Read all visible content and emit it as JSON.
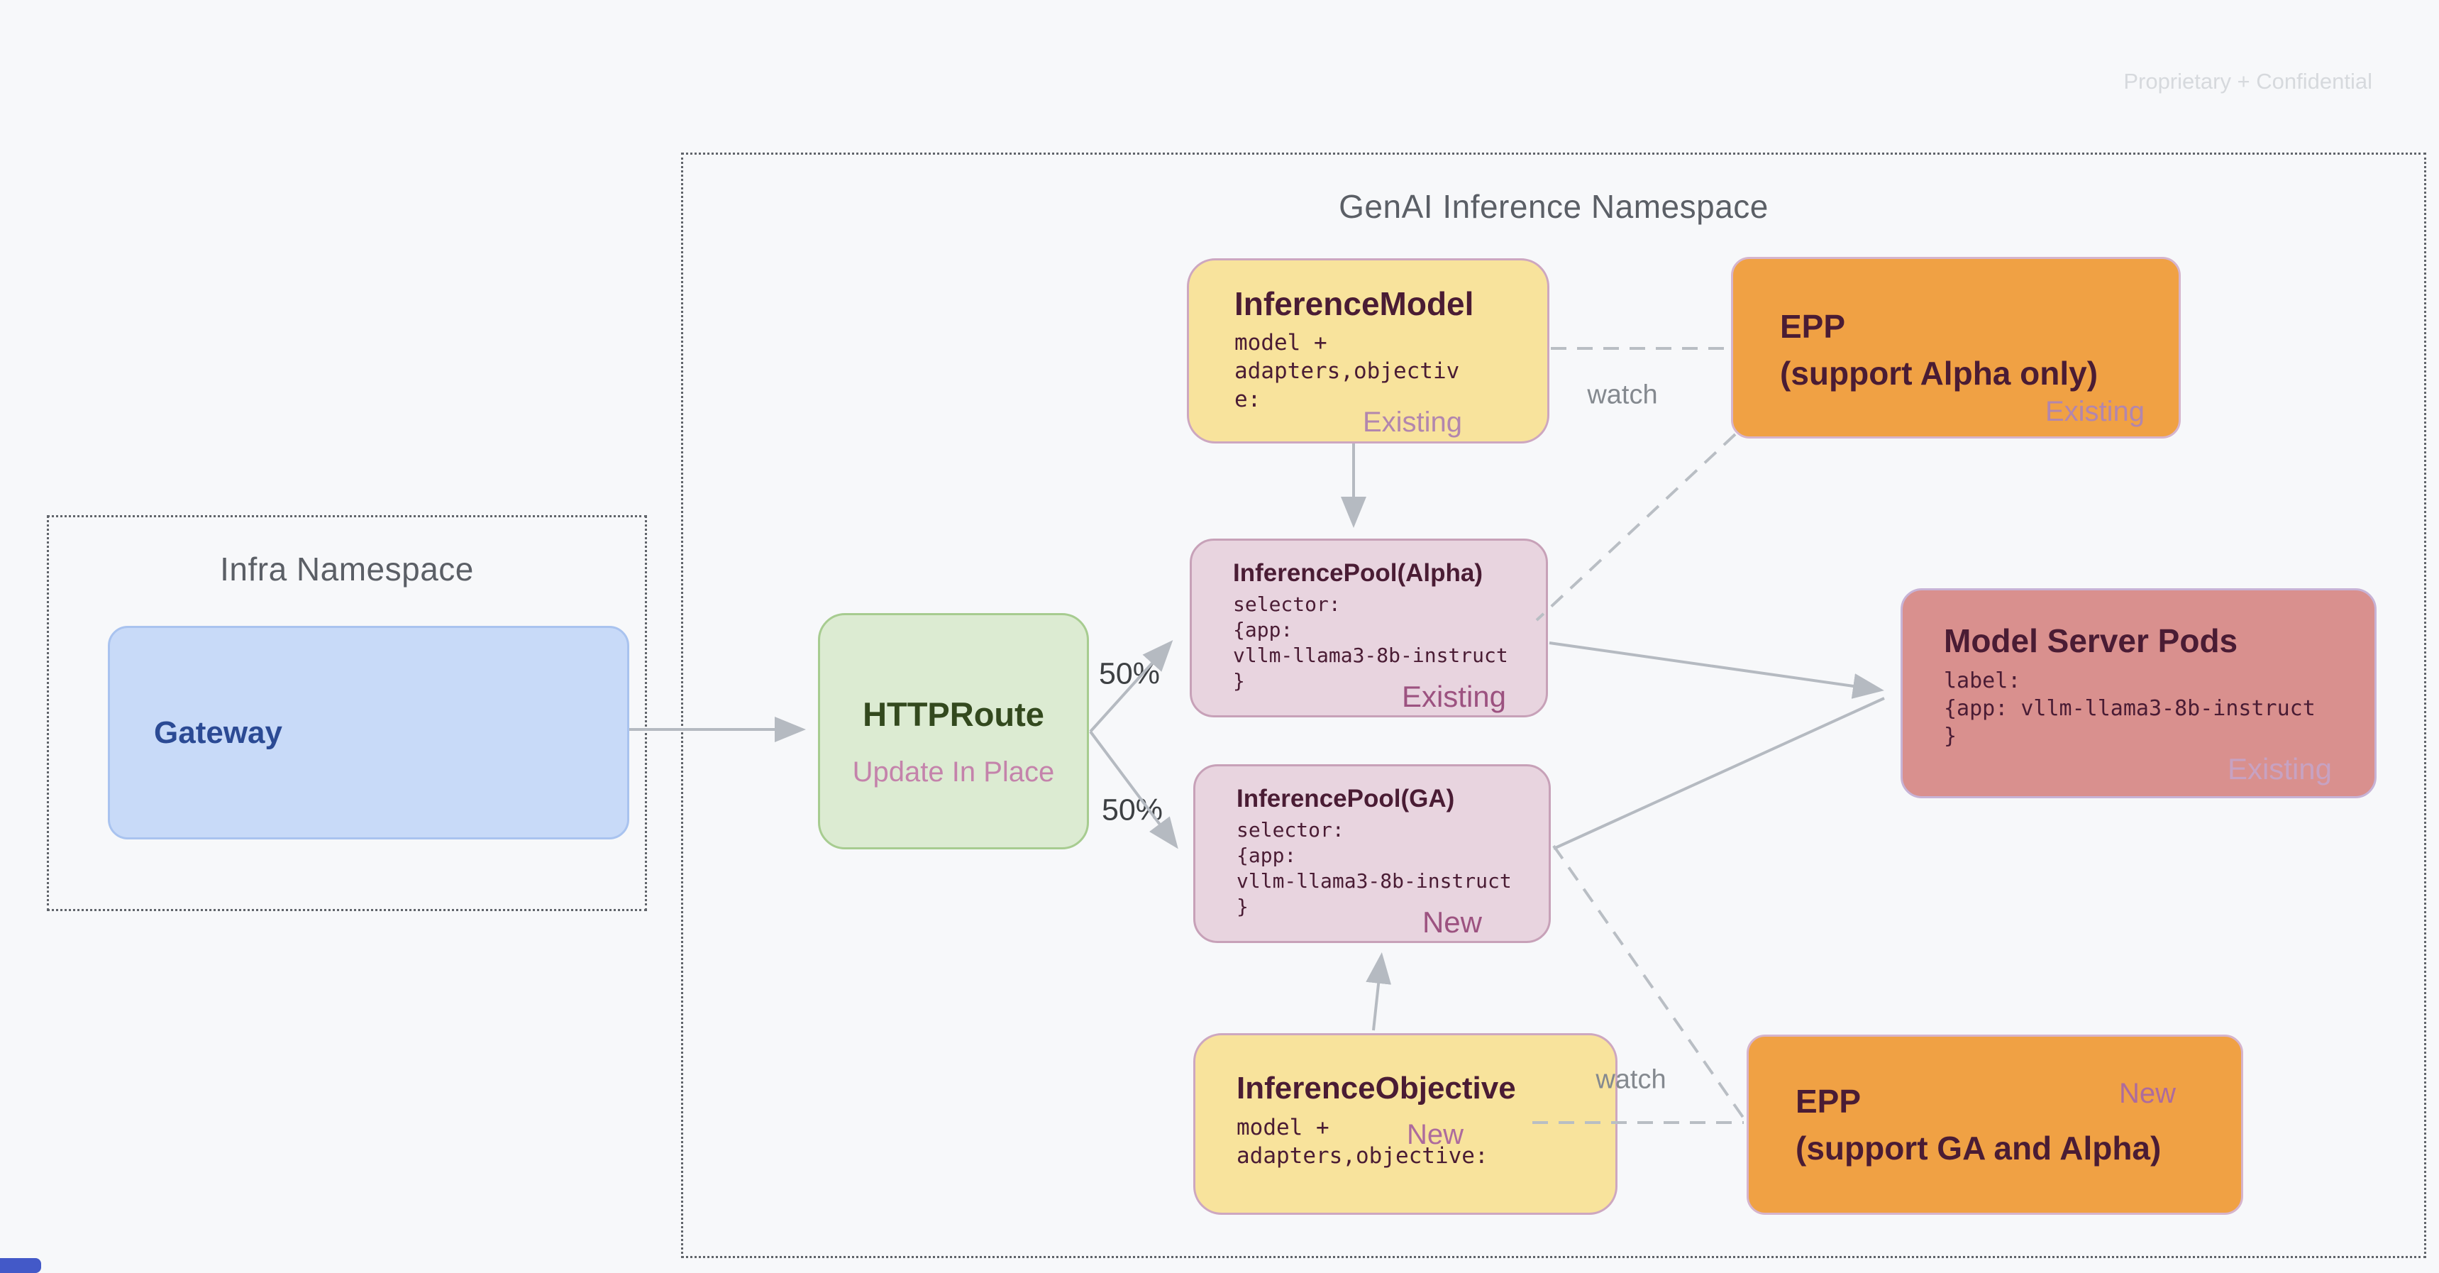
{
  "page": {
    "watermark": "Proprietary + Confidential"
  },
  "colors": {
    "bg": "#f7f8fa",
    "dotted": "#60646a",
    "ns_title": "#5b5f66",
    "gateway_fill": "#c8daf8",
    "gateway_border": "#a9c3ef",
    "gateway_text": "#2b4a94",
    "route_fill": "#dcebd2",
    "route_border": "#a7cc90",
    "route_text": "#33491e",
    "pink_subtitle": "#c483ab",
    "yellow_fill": "#f8e39c",
    "yellow_border": "#cda7c0",
    "pool_fill": "#e8d4df",
    "pool_border": "#c7a1b8",
    "pods_fill": "#d9908e",
    "pods_border": "#c7b3d6",
    "epp_fill": "#f0a144",
    "epp_border": "#d6b4cc",
    "dark_text": "#4a1c34",
    "tag_mauve": "#b286ae",
    "tag_magenta": "#9c5280",
    "tag_light": "#c7a2c2",
    "tag_orange_new": "#ad6b9d",
    "line": "#b5bac1",
    "watch": "#84898f",
    "pct": "#3d4043",
    "watermark": "#d6d9dd",
    "corner": "#4359c8"
  },
  "infra": {
    "title": "Infra Namespace",
    "gateway": {
      "title": "Gateway"
    }
  },
  "genai": {
    "title": "GenAI Inference Namespace"
  },
  "nodes": {
    "httproute": {
      "title": "HTTPRoute",
      "subtitle": "Update In Place"
    },
    "inference_model": {
      "title": "InferenceModel",
      "code": "model +\nadapters,objectiv\ne:",
      "tag": "Existing"
    },
    "epp_alpha": {
      "line1": "EPP",
      "line2": "(support Alpha only)",
      "tag": "Existing"
    },
    "pool_alpha": {
      "title": "InferencePool(Alpha)",
      "code": "selector:\n{app:\nvllm-llama3-8b-instruct\n}",
      "tag": "Existing"
    },
    "pool_ga": {
      "title": "InferencePool(GA)",
      "code": "selector:\n{app:\nvllm-llama3-8b-instruct\n}",
      "tag": "New"
    },
    "model_server_pods": {
      "title": "Model Server Pods",
      "code": "label:\n{app: vllm-llama3-8b-instruct\n}",
      "tag": "Existing"
    },
    "inference_objective": {
      "title": "InferenceObjective",
      "code_line1": "model +",
      "code_line2": "adapters,objective:",
      "tag": "New"
    },
    "epp_ga": {
      "line1": "EPP",
      "line2": "(support GA and Alpha)",
      "tag": "New"
    }
  },
  "edges": {
    "split_top_label": "50%",
    "split_bottom_label": "50%",
    "watch_top_label": "watch",
    "watch_bottom_label": "watch"
  }
}
